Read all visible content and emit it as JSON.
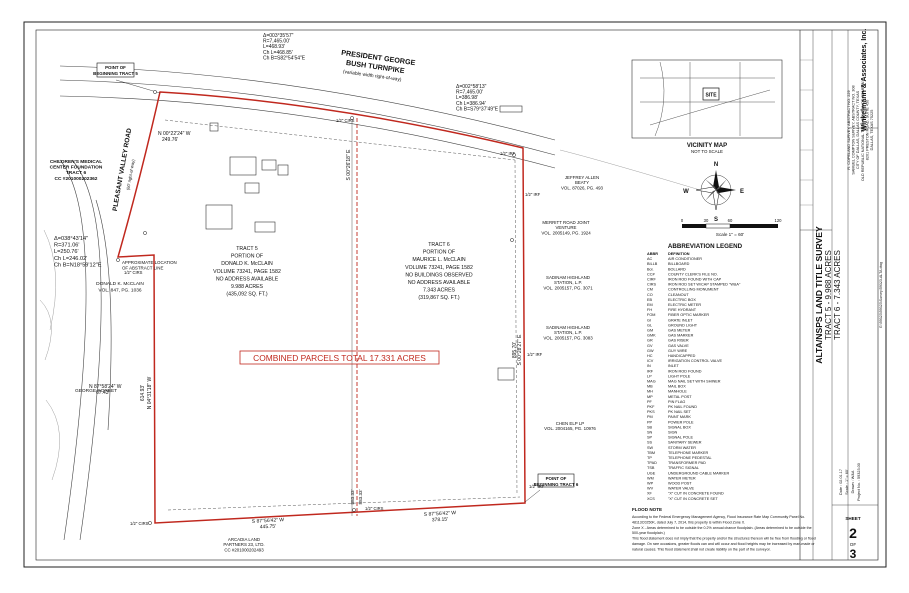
{
  "point_of_beginning_top": "POINT OF BEGINNING TRACT 5",
  "point_of_beginning_bottom": "POINT OF BEGINNING TRACT 6",
  "road_name_1": "PRESIDENT GEORGE",
  "road_name_2": "BUSH TURNPIKE",
  "road_row": "(variable width right-of-way)",
  "pleasant_valley": "PLEASANT VALLEY ROAD",
  "pleasant_valley_row": "(60' right-of-way)",
  "curve_top_left": [
    "Δ=003°35'57\"",
    "R=7,465.00'",
    "L=468.93'",
    "Ch L=468.85'",
    "Ch B=S82°54'54\"E"
  ],
  "curve_top_right": [
    "Δ=002°58'13\"",
    "R=7,465.00'",
    "L=386.98'",
    "Ch L=386.94'",
    "Ch B=S79°37'49\"E"
  ],
  "curve_left": [
    "Δ=038°43'14\"",
    "R=371.06'",
    "L=250.76'",
    "Ch L=246.02'",
    "Ch B=N18°59'12\"E"
  ],
  "bearing_left_top": "N 00°22'24\" W",
  "dist_left_top": "249.76'",
  "bearing_left_main": "N 04°31'18\" W",
  "dist_left_main": "614.93'",
  "bearing_short": "N 87°58'24\" W",
  "dist_short": "67.43'",
  "bearing_mid": "S 00°26'18\" E",
  "bearing_right": "S 00°28'27\" E",
  "dist_right": "895.70'",
  "bearing_bottom_left": "S 87°56'42\" W",
  "dist_bottom_left": "445.75'",
  "bearing_bottom_right": "S 87°56'42\" W",
  "dist_bottom_right": "378.15'",
  "mid_dist": "883.33'",
  "childrens": [
    "CHILDREN'S MEDICAL",
    "CENTER FOUNDATION",
    "TRACT 6",
    "CC #201000202362"
  ],
  "tract5": [
    "TRACT 5",
    "PORTION OF",
    "DONALD K. McCLAIN",
    "VOLUME 73241, PAGE 1582",
    "NO ADDRESS AVAILABLE",
    "9.988 ACRES",
    "(435,092 SQ. FT.)"
  ],
  "tract6": [
    "TRACT 6",
    "PORTION OF",
    "MAURICE L. McCLAIN",
    "VOLUME 73241, PAGE 1582",
    "NO BUILDINGS OBSERVED",
    "NO ADDRESS AVAILABLE",
    "7.343 ACRES",
    "(319,867 SQ. FT.)"
  ],
  "donald_left": [
    "DONALD K. McCLAIN",
    "VOL. 847, PG. 1036"
  ],
  "approx_abstract": [
    "APPROXIMATE LOCATION",
    "OF ABSTRACT LINE"
  ],
  "george_sorbet": "GEORGE SORBET",
  "combined": "COMBINED PARCELS TOTAL 17.331 ACRES",
  "jeffrey": [
    "JEFFREY ALLEN",
    "BEATY",
    "VOL. 87026, PG. 493"
  ],
  "merritt": [
    "MERRITT ROAD JOINT",
    "VENTURE",
    "VOL. 2005149, PG. 1924"
  ],
  "sadinam1": [
    "SADINAM HIGHLAND",
    "STATION, L.P.",
    "VOL. 2005157, PG. 3071"
  ],
  "sadinam2": [
    "SADINAM HIGHLAND",
    "STATION, L.P.",
    "VOL. 2005157, PG. 3083"
  ],
  "chen": [
    "CHEN ELP LP",
    "VOL. 2004165, PG. 10976"
  ],
  "arcadia": [
    "ARCADIA LAND",
    "PARTNERS 23, LTD.",
    "CC #201000202493"
  ],
  "cirs": "1/2\" CIRS",
  "iro": "1/2\" IRF",
  "vicinity_title": "VICINITY MAP",
  "vicinity_sub": "NOT TO SCALE",
  "site": "SITE",
  "scale_ticks": [
    "0",
    "30",
    "60",
    "120"
  ],
  "scale_note": "Scale 1\" = 60'",
  "compass": [
    "N",
    "W",
    "E",
    "S"
  ],
  "legend_title": "ABBREVIATION LEGEND",
  "legend": [
    [
      "ABBR",
      "DEFINITION"
    ],
    [
      "AC",
      "AIR CONDITIONER"
    ],
    [
      "BILLB",
      "BILLBOARD"
    ],
    [
      "Bol.",
      "BOLLARD"
    ],
    [
      "CC#",
      "COUNTY CLERK'S FILE NO."
    ],
    [
      "CIRF",
      "IRON ROD FOUND WITH CAP"
    ],
    [
      "CIRS",
      "IRON ROD SET W/CAP STAMPED \"W&A\""
    ],
    [
      "CM",
      "CONTROLLING MONUMENT"
    ],
    [
      "CO",
      "CLEANOUT"
    ],
    [
      "EB",
      "ELECTRIC BOX"
    ],
    [
      "EM",
      "ELECTRIC METER"
    ],
    [
      "FH",
      "FIRE HYDRANT"
    ],
    [
      "FOM",
      "FIBER OPTIC MARKER"
    ],
    [
      "GI",
      "GRATE INLET"
    ],
    [
      "GL",
      "GROUND LIGHT"
    ],
    [
      "GM",
      "GAS METER"
    ],
    [
      "GMK",
      "GAS MARKER"
    ],
    [
      "GR",
      "GAS RISER"
    ],
    [
      "GV",
      "GAS VALVE"
    ],
    [
      "GW",
      "GUY WIRE"
    ],
    [
      "HC",
      "HANDICAPPED"
    ],
    [
      "ICV",
      "IRRIGATION CONTROL VALVE"
    ],
    [
      "IN",
      "INLET"
    ],
    [
      "IRF",
      "IRON ROD FOUND"
    ],
    [
      "LP",
      "LIGHT POLE"
    ],
    [
      "MAG",
      "MAG NAIL SET WITH SHINER"
    ],
    [
      "MB",
      "MAIL BOX"
    ],
    [
      "MH",
      "MANHOLE"
    ],
    [
      "MP",
      "METAL POST"
    ],
    [
      "PF",
      "PIN FLAG"
    ],
    [
      "PKF",
      "PK NAIL FOUND"
    ],
    [
      "PKS",
      "PK NAIL SET"
    ],
    [
      "PM",
      "PAINT MARK"
    ],
    [
      "PP",
      "POWER POLE"
    ],
    [
      "SB",
      "SIGNAL BOX"
    ],
    [
      "SN",
      "SIGN"
    ],
    [
      "SP",
      "SIGNAL POLE"
    ],
    [
      "SS",
      "SANITARY SEWER"
    ],
    [
      "SW",
      "STORM WATER"
    ],
    [
      "TBM",
      "TELEPHONE MARKER"
    ],
    [
      "TP",
      "TELEPHONE PEDESTAL"
    ],
    [
      "TPAD",
      "TRANSFORMER PAD"
    ],
    [
      "TSB",
      "TRAFFIC SIGNAL"
    ],
    [
      "UGE",
      "UNDERGROUND CABLE MARKER"
    ],
    [
      "WM",
      "WATER METER"
    ],
    [
      "WP",
      "WOOD POST"
    ],
    [
      "WV",
      "WATER VALVE"
    ],
    [
      "XF",
      "\"X\" CUT IN CONCRETE FOUND"
    ],
    [
      "XCS",
      "\"X\" CUT IN CONCRETE SET"
    ]
  ],
  "flood_title": "FLOOD NOTE",
  "flood_lines": [
    "According to the Federal Emergency Management Agency, Flood Insurance Rate Map Community Panel No.",
    "48113C0250K, dated July 7, 2014, this property is within Flood Zone X.",
    "Zone X - Areas determined to be outside the 0.2% annual chance floodplain. (Areas determined to be outside the",
    "500-year floodplain.)",
    "This flood statement does not imply that the property and/or the structures thereon will be free from flooding or flood",
    "damage. On rare occasions, greater floods can and will occur and flood heights may be increased by man-made or",
    "natural causes. This flood statement shall not create liability on the part of the surveyor."
  ],
  "title_main": "ALTA/NSPS LAND TITLE SURVEY",
  "title_tract5": "TRACT 5 - 9.988 ACRES",
  "title_tract6": "TRACT 6 - 7.343 ACRES",
  "title_sub": [
    "R. COPELAND SURVEY, ABSTRACT NO. 229",
    "SAMUEL COMPTON SURVEY, ABSTRACT NO. 308",
    "CITY OF DALLAS, DALLAS COUNTY, TEXAS",
    "OLD REPUBLIC NATIONAL TITLE INSURANCE COMPANY",
    "8201 PRESTON ROAD, SUITE 450",
    "DALLAS, TEXAS 75225"
  ],
  "firm_name": "Winkelmann & Associates, Inc.",
  "sheet_label": "SHEET",
  "sheet_num": "2",
  "sheet_of": "OF",
  "sheet_total": "3",
  "date_label": "Date : 02.01.17",
  "scale_label": "Scale : 1\" = 60'",
  "drawn_label": "Drawn : W&A",
  "project_label": "Project No. : 59323.00",
  "filepath": "G:\\59323\\59323\\Survey\\59323-ALTA.dwg"
}
